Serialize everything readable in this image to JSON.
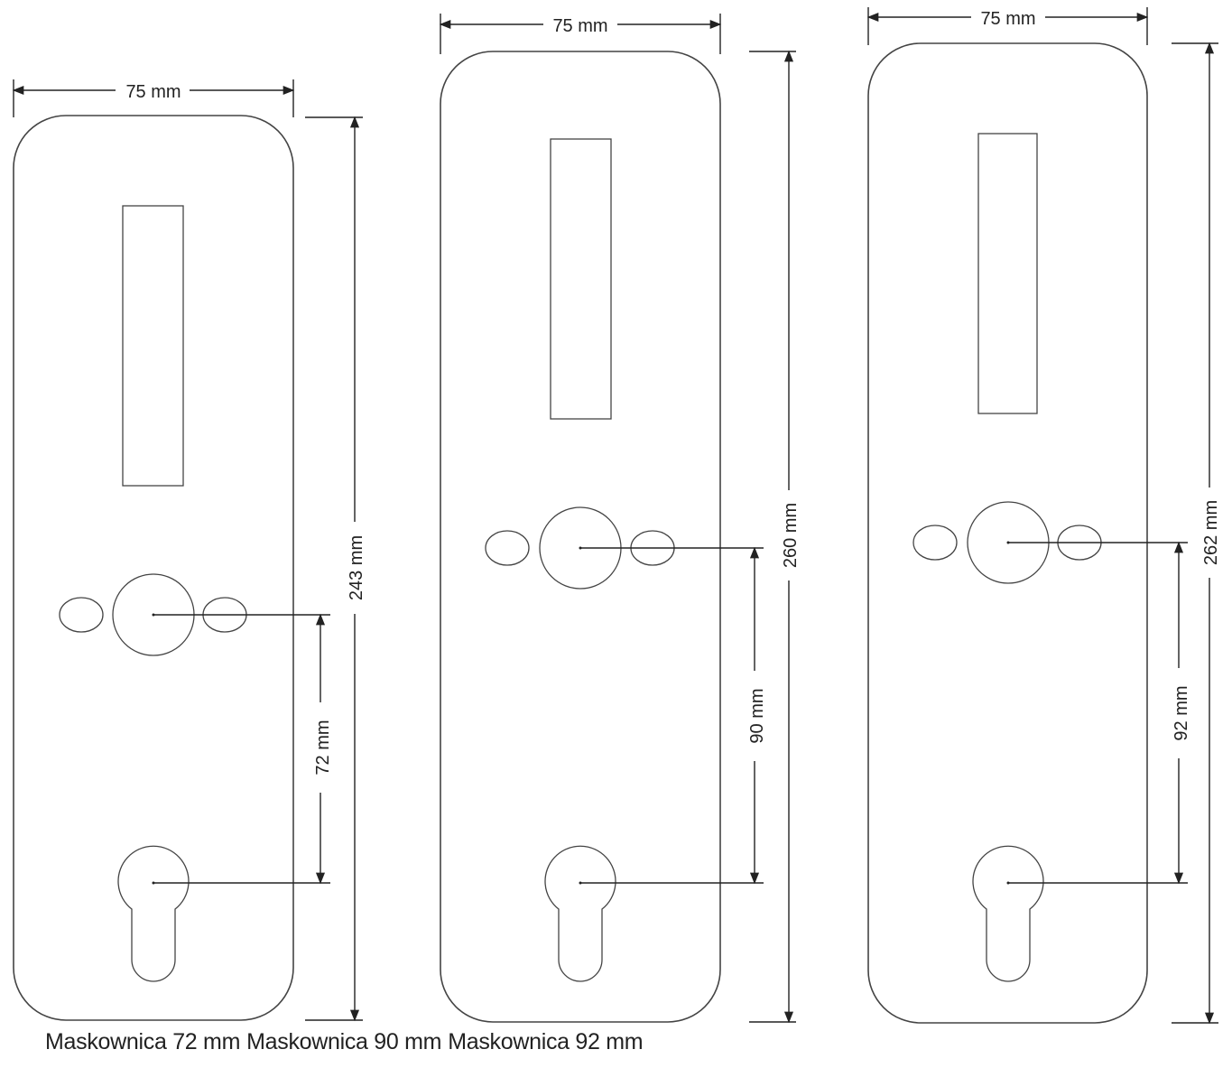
{
  "plates": [
    {
      "width_label": "75 mm",
      "height_label": "243 mm",
      "spacing_label": "72 mm",
      "caption": "Maskownica 72 mm"
    },
    {
      "width_label": "75 mm",
      "height_label": "260 mm",
      "spacing_label": "90 mm",
      "caption": "Maskownica 90 mm"
    },
    {
      "width_label": "75 mm",
      "height_label": "262 mm",
      "spacing_label": "92 mm",
      "caption": "Maskownica 92 mm"
    }
  ],
  "colors": {
    "line": "#444444",
    "text": "#222222",
    "background": "#ffffff"
  }
}
